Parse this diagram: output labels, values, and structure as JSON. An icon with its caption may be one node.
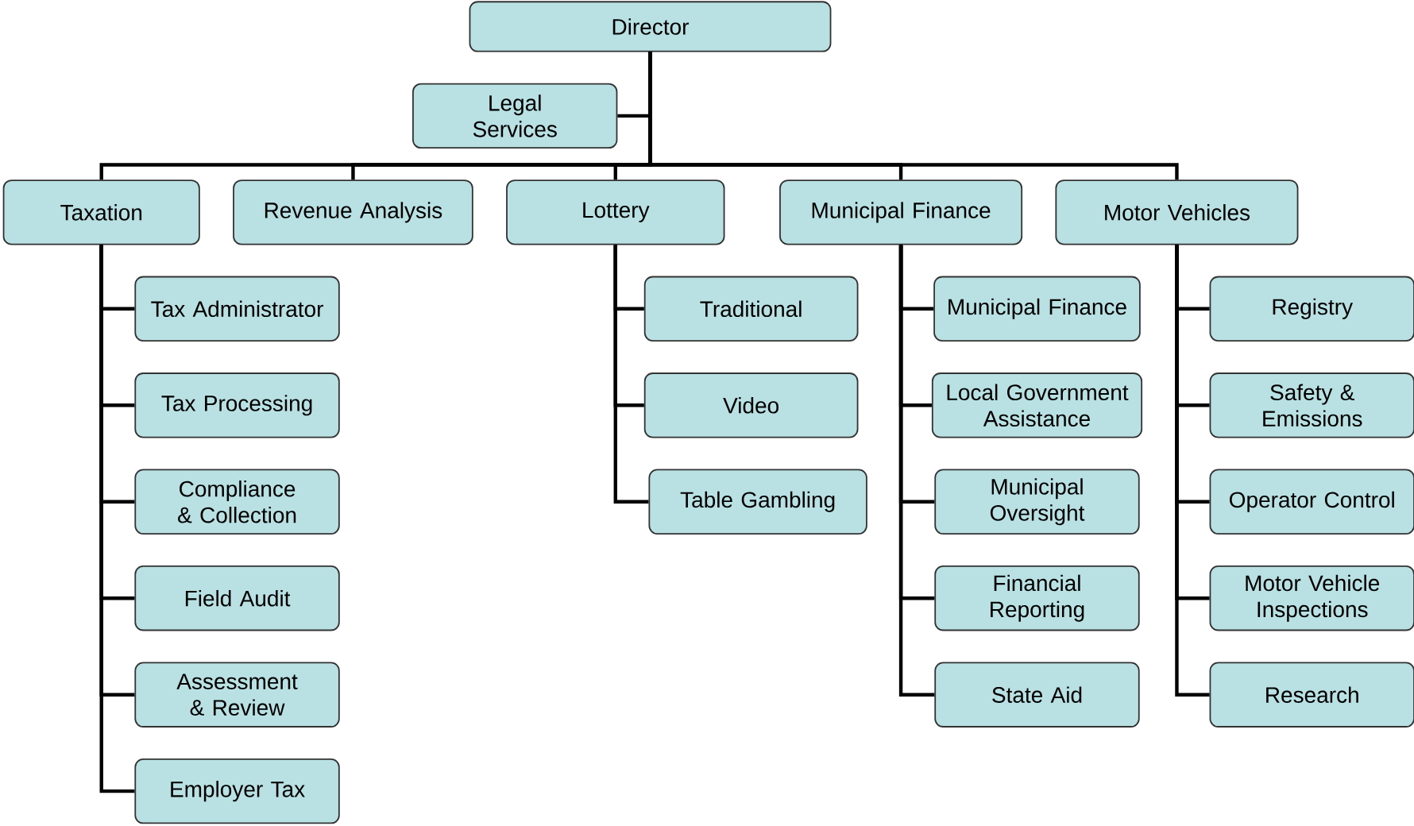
{
  "diagram": {
    "nodes": [
      {
        "text": [
          "Director"
        ]
      },
      {
        "text": [
          "Legal Services"
        ]
      },
      {
        "text": [
          "Taxation"
        ]
      },
      {
        "text": [
          "Revenue Analysis"
        ]
      },
      {
        "text": [
          "Lottery"
        ]
      },
      {
        "text": [
          "Municipal Finance"
        ]
      },
      {
        "text": [
          "Motor Vehicles"
        ]
      },
      {
        "text": [
          "Tax Administrator"
        ]
      },
      {
        "text": [
          "Tax Processing"
        ]
      },
      {
        "text": [
          "Compliance & Collection"
        ]
      },
      {
        "text": [
          "Field Audit"
        ]
      },
      {
        "text": [
          "Assessment & Review"
        ]
      },
      {
        "text": [
          "Employer Tax"
        ]
      },
      {
        "text": [
          "Traditional"
        ]
      },
      {
        "text": [
          "Video"
        ]
      },
      {
        "text": [
          "Table Gambling"
        ]
      },
      {
        "text": [
          "Municipal Finance"
        ]
      },
      {
        "text": [
          "Local Government Assistance"
        ]
      },
      {
        "text": [
          "Municipal Oversight"
        ]
      },
      {
        "text": [
          "Financial Reporting"
        ]
      },
      {
        "text": [
          "State Aid"
        ]
      },
      {
        "text": [
          "Registry"
        ]
      },
      {
        "text": [
          "Safety & Emissions"
        ]
      },
      {
        "text": [
          "Operator Control"
        ]
      },
      {
        "text": [
          "Motor Vehicle Inspections"
        ]
      },
      {
        "text": [
          "Research"
        ]
      }
    ],
    "edges": [
      {
        "from": 0,
        "to": 1,
        "arrow": "none"
      },
      {
        "from": 0,
        "to": 2,
        "arrow": "none"
      },
      {
        "from": 0,
        "to": 3,
        "arrow": "none"
      },
      {
        "from": 0,
        "to": 4,
        "arrow": "none"
      },
      {
        "from": 0,
        "to": 5,
        "arrow": "none"
      },
      {
        "from": 0,
        "to": 6,
        "arrow": "none"
      },
      {
        "from": 2,
        "to": 7,
        "arrow": "none"
      },
      {
        "from": 2,
        "to": 8,
        "arrow": "none"
      },
      {
        "from": 2,
        "to": 9,
        "arrow": "none"
      },
      {
        "from": 2,
        "to": 10,
        "arrow": "none"
      },
      {
        "from": 2,
        "to": 11,
        "arrow": "none"
      },
      {
        "from": 2,
        "to": 12,
        "arrow": "none"
      },
      {
        "from": 4,
        "to": 13,
        "arrow": "none"
      },
      {
        "from": 4,
        "to": 14,
        "arrow": "none"
      },
      {
        "from": 4,
        "to": 15,
        "arrow": "none"
      },
      {
        "from": 5,
        "to": 16,
        "arrow": "none"
      },
      {
        "from": 5,
        "to": 17,
        "arrow": "none"
      },
      {
        "from": 5,
        "to": 18,
        "arrow": "none"
      },
      {
        "from": 5,
        "to": 19,
        "arrow": "none"
      },
      {
        "from": 5,
        "to": 20,
        "arrow": "none"
      },
      {
        "from": 6,
        "to": 21,
        "arrow": "none"
      },
      {
        "from": 6,
        "to": 22,
        "arrow": "none"
      },
      {
        "from": 6,
        "to": 23,
        "arrow": "none"
      },
      {
        "from": 6,
        "to": 24,
        "arrow": "none"
      },
      {
        "from": 6,
        "to": 25,
        "arrow": "none"
      }
    ]
  }
}
